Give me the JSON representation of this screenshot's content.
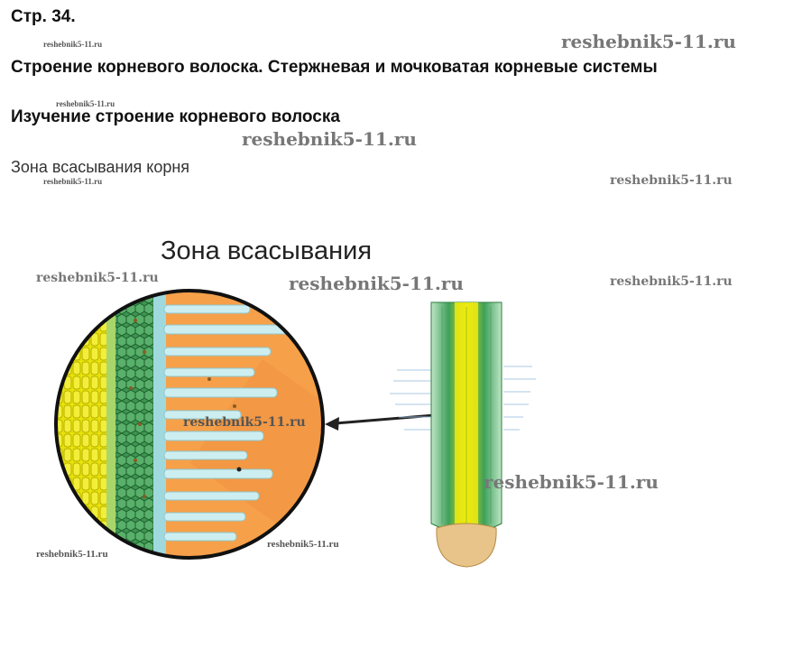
{
  "page_label": "Стр. 34.",
  "topic_title": "Строение корневого волоска. Стержневая и мочковатая корневые системы",
  "subtitle": "Изучение строение корневого волоска",
  "paragraph": "Зона всасывания корня",
  "figure": {
    "title": "Зона всасывания",
    "colors": {
      "background_orange": "#f6a04a",
      "xylem_yellow": "#e8e000",
      "cortex_green": "#3d9a55",
      "root_hair_blue": "#cdeef0",
      "root_cap": "#e8c48a"
    }
  },
  "watermarks": {
    "text": "reshebnik5-11.ru"
  }
}
